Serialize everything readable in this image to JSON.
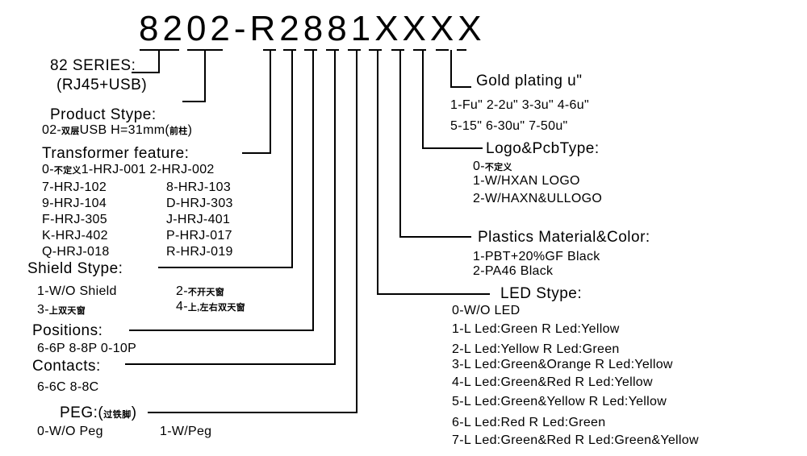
{
  "part_number": "8202-R2881XXXX",
  "series": {
    "label": "82 SERIES:",
    "detail": "(RJ45+USB)"
  },
  "product_stype": {
    "label": "Product Stype:",
    "option_prefix": "02-",
    "option_cn": "双层",
    "option_rest": "USB H=31mm(",
    "option_cn2": "前柱",
    "option_close": ")"
  },
  "transformer_feature": {
    "label": "Transformer feature:",
    "row0_prefix": "0-",
    "row0_cn": "不定义",
    "row0_a": "1-HRJ-001",
    "row0_b": "2-HRJ-002",
    "rows": [
      [
        "7-HRJ-102",
        "8-HRJ-103"
      ],
      [
        "9-HRJ-104",
        "D-HRJ-303"
      ],
      [
        "F-HRJ-305",
        "J-HRJ-401"
      ],
      [
        "K-HRJ-402",
        "P-HRJ-017"
      ],
      [
        "Q-HRJ-018",
        "R-HRJ-019"
      ]
    ]
  },
  "shield_stype": {
    "label": "Shield Stype:",
    "opt1": "1-W/O Shield",
    "opt2_prefix": "2-",
    "opt2_cn": "不开天窗",
    "opt3_prefix": "3-",
    "opt3_cn": "上双天窗",
    "opt4_prefix": "4-",
    "opt4_cn": "上,左右双天窗"
  },
  "positions": {
    "label": "Positions:",
    "options": "6-6P   8-8P  0-10P"
  },
  "contacts": {
    "label": "Contacts:",
    "options": "6-6C   8-8C"
  },
  "peg": {
    "label": "PEG:(",
    "cn": "过铁脚",
    "close": ")",
    "opt1": "0-W/O Peg",
    "opt2": "1-W/Peg"
  },
  "gold_plating": {
    "label": "Gold plating u\"",
    "row1": "1-Fu\"  2-2u\"  3-3u\"  4-6u\"",
    "row2": "5-15\"  6-30u\"  7-50u\""
  },
  "logo_pcb": {
    "label": "Logo&PcbType:",
    "opt0_prefix": "0-",
    "opt0_cn": "不定义",
    "opt1": "1-W/HXAN LOGO",
    "opt2": "2-W/HAXN&ULLOGO"
  },
  "plastics": {
    "label": "Plastics Material&Color:",
    "opt1": "1-PBT+20%GF Black",
    "opt2": "2-PA46 Black"
  },
  "led_stype": {
    "label": "LED Stype:",
    "options": [
      "0-W/O LED",
      "1-L Led:Green  R Led:Yellow",
      "2-L Led:Yellow  R Led:Green",
      "3-L Led:Green&Orange  R Led:Yellow",
      "4-L Led:Green&Red  R Led:Yellow",
      "5-L Led:Green&Yellow  R Led:Yellow",
      "6-L Led:Red  R Led:Green",
      "7-L Led:Green&Red  R Led:Green&Yellow"
    ]
  }
}
